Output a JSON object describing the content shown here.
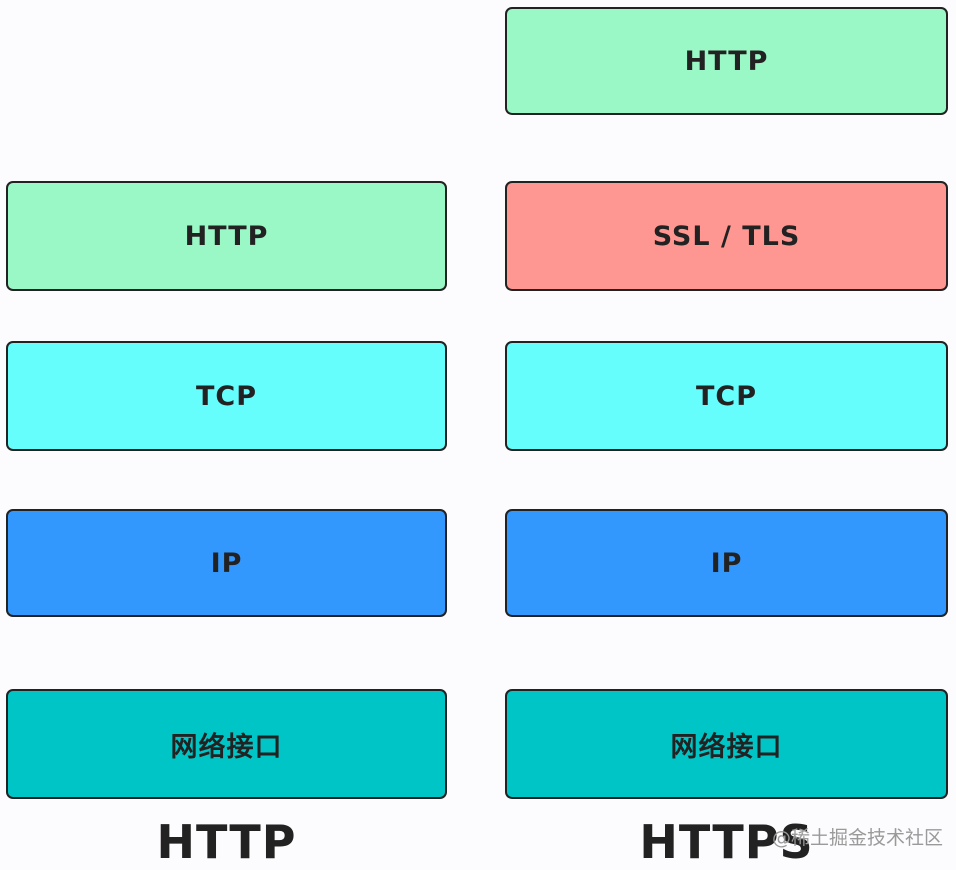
{
  "stacks": {
    "http": {
      "caption": "HTTP",
      "layers": [
        {
          "label": "HTTP",
          "color": "#99f8c5"
        },
        {
          "label": "TCP",
          "color": "#66fdfd"
        },
        {
          "label": "IP",
          "color": "#3398fd"
        },
        {
          "label": "网络接口",
          "color": "#00c5c6"
        }
      ]
    },
    "https": {
      "caption": "HTTPS",
      "layers": [
        {
          "label": "HTTP",
          "color": "#99f8c5"
        },
        {
          "label": "SSL / TLS",
          "color": "#fe9791"
        },
        {
          "label": "TCP",
          "color": "#66fdfd"
        },
        {
          "label": "IP",
          "color": "#3398fd"
        },
        {
          "label": "网络接口",
          "color": "#00c5c6"
        }
      ]
    }
  },
  "watermark": "@稀土掘金技术社区"
}
